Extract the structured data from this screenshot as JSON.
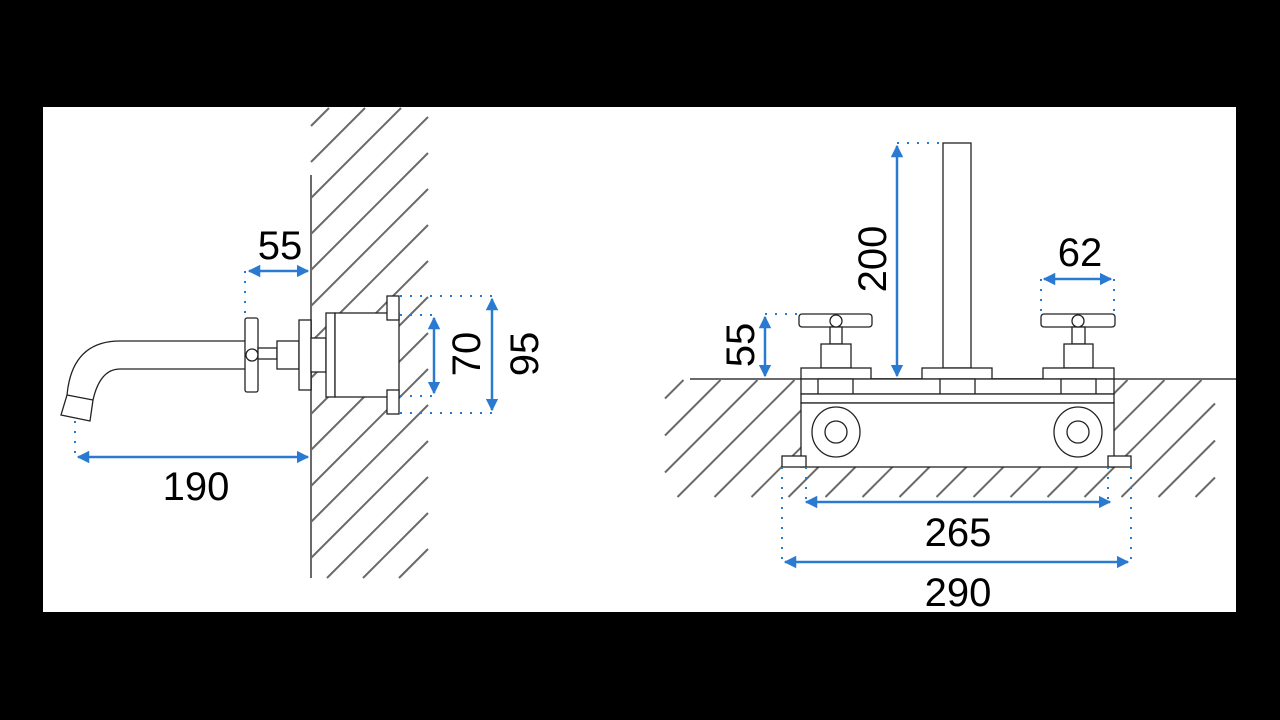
{
  "colors": {
    "dimension": "#2a7ad2",
    "outline": "#222222",
    "hatch": "#6a6a6a"
  },
  "side_view": {
    "dim_projection": "55",
    "dim_inner_height": "70",
    "dim_outer_height": "95",
    "dim_spout_reach": "190"
  },
  "front_view": {
    "dim_spout_height": "200",
    "dim_handle_height": "55",
    "dim_handle_width": "62",
    "dim_body_width": "265",
    "dim_overall_width": "290"
  }
}
